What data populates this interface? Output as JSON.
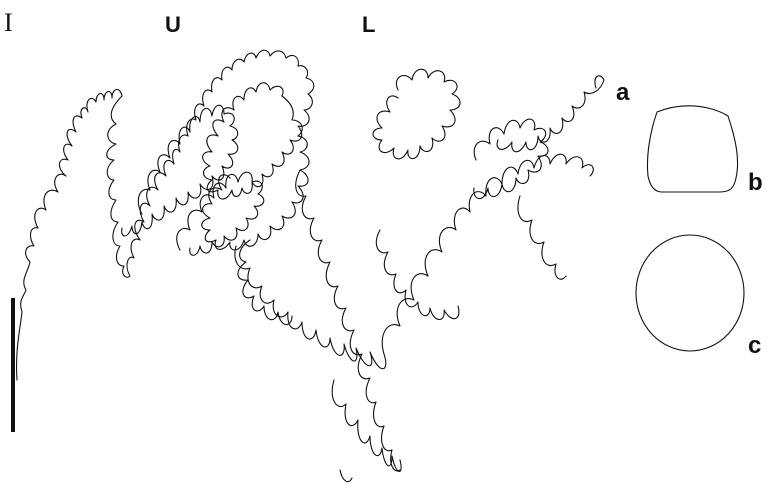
{
  "labels": {
    "internal_lobe": "I",
    "umbilical_lobe": "U",
    "lateral_lobe": "L",
    "fig_a": "a",
    "fig_b": "b",
    "fig_c": "c"
  },
  "colors": {
    "line": "#111111",
    "background": "#ffffff"
  }
}
